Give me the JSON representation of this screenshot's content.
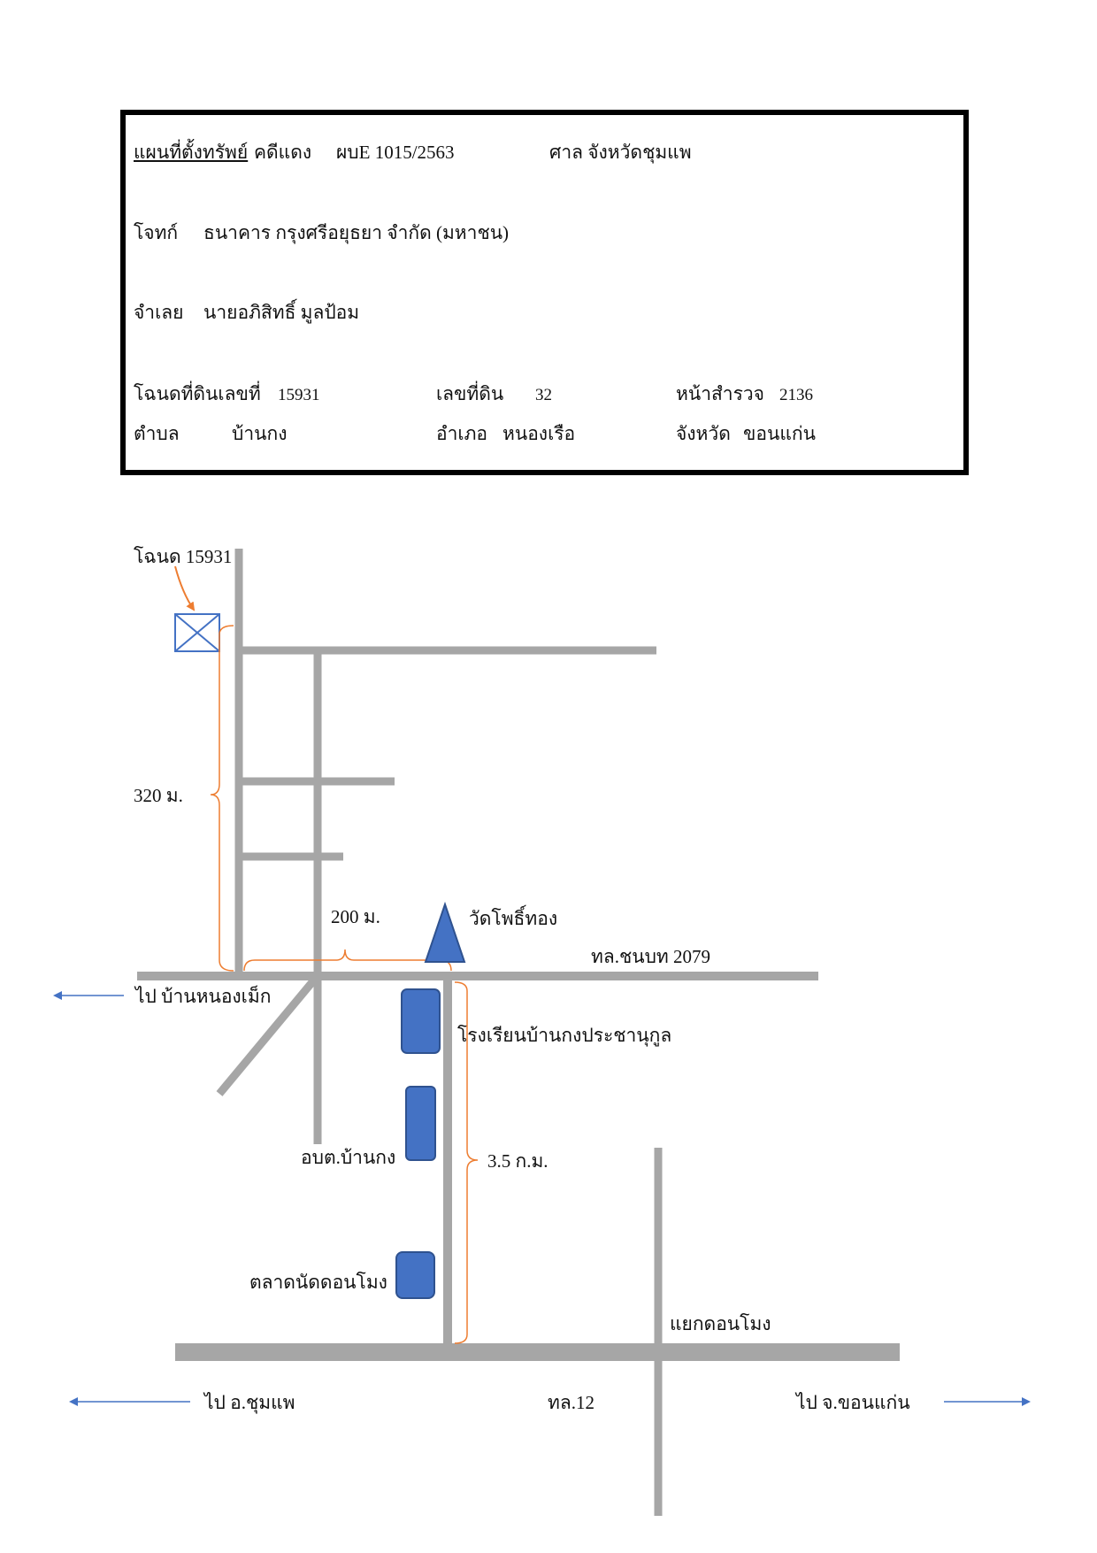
{
  "header": {
    "title": "แผนที่ตั้งทรัพย์",
    "case_type": "คดีแดง",
    "case_number": "ผบE 1015/2563",
    "court": "ศาล จังหวัดชุมแพ"
  },
  "plaintiff": {
    "label": "โจทก์",
    "value": "ธนาคาร กรุงศรีอยุธยา จำกัด (มหาชน)"
  },
  "defendant": {
    "label": "จำเลย",
    "value": "นายอภิสิทธิ์  มูลป้อม"
  },
  "deed": {
    "number_label": "โฉนดที่ดินเลขที่",
    "number_value": "15931",
    "land_no_label": "เลขที่ดิน",
    "land_no_value": "32",
    "survey_label": "หน้าสำรวจ",
    "survey_value": "2136"
  },
  "location": {
    "subdistrict_label": "ตำบล",
    "subdistrict_value": "บ้านกง",
    "district_label": "อำเภอ",
    "district_value": "หนองเรือ",
    "province_label": "จังหวัด",
    "province_value": "ขอนแก่น"
  },
  "map": {
    "deed_marker_label": "โฉนด 15931",
    "dist_320": "320 ม.",
    "dist_200": "200 ม.",
    "dist_35": "3.5 ก.ม.",
    "temple": "วัดโพธิ์ทอง",
    "road_2079": "ทล.ชนบท 2079",
    "to_nong_mek": "ไป บ้านหนองเม็ก",
    "school": "โรงเรียนบ้านกงประชานุกูล",
    "tao_office": "อบต.บ้านกง",
    "market": "ตลาดนัดดอนโมง",
    "don_mong_junction": "แยกดอนโมง",
    "to_chum_phae": "ไป อ.ชุมแพ",
    "road_12": "ทล.12",
    "to_khon_kaen": "ไป จ.ขอนแก่น"
  },
  "colors": {
    "road": "#a6a6a6",
    "building": "#4472c4",
    "building_stroke": "#2f528f",
    "bracket": "#ed7d31",
    "arrow": "#4472c4"
  }
}
